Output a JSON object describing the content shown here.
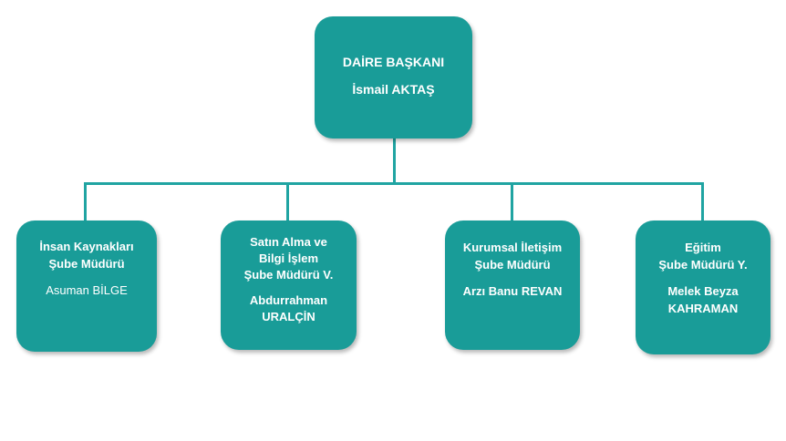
{
  "head": {
    "title": "DAİRE BAŞKANI",
    "name": "İsmail AKTAŞ"
  },
  "units": [
    {
      "title_lines": [
        "İnsan Kaynakları",
        "Şube Müdürü"
      ],
      "person_lines": [
        "Asuman BİLGE"
      ],
      "person_bold": false
    },
    {
      "title_lines": [
        "Satın Alma ve",
        "Bilgi İşlem",
        "Şube Müdürü V."
      ],
      "person_lines": [
        "Abdurrahman",
        "URALÇİN"
      ],
      "person_bold": true
    },
    {
      "title_lines": [
        "Kurumsal İletişim",
        "Şube Müdürü"
      ],
      "person_lines": [
        "Arzı Banu REVAN"
      ],
      "person_bold": true
    },
    {
      "title_lines": [
        "Eğitim",
        "Şube Müdürü Y."
      ],
      "person_lines": [
        "Melek Beyza",
        "KAHRAMAN"
      ],
      "person_bold": true
    }
  ],
  "colors": {
    "box_fill": "#199c98",
    "connector": "#20a4a2",
    "text": "#ffffff"
  }
}
